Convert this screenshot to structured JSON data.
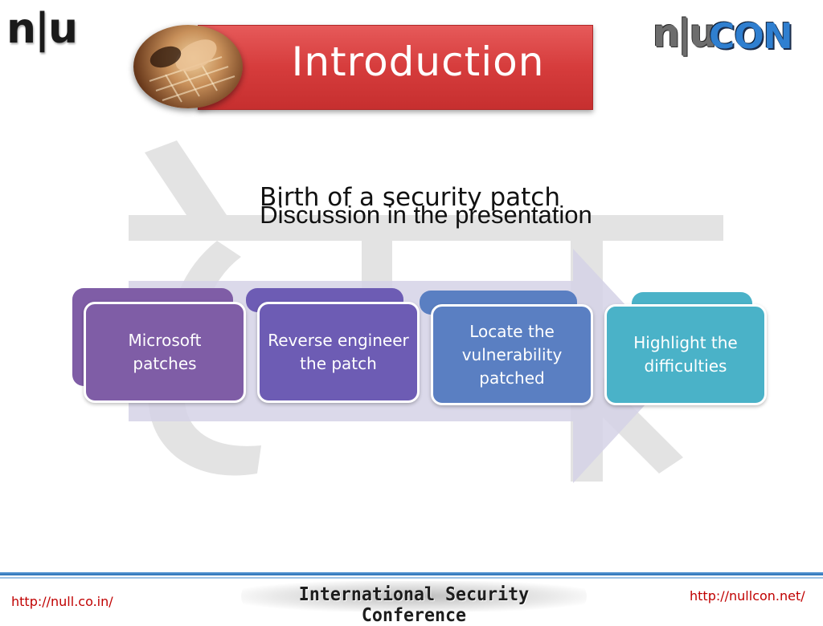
{
  "header": {
    "logo_left": "n|u",
    "logo_right_nu": "n|u",
    "logo_right_con": "CON",
    "title": "Introduction"
  },
  "main": {
    "heading_1": "Birth of a security patch",
    "heading_2": "Discussion in the presentation",
    "steps": [
      {
        "label": "Microsoft patches",
        "color": "#7f5da6"
      },
      {
        "label": "Reverse engineer the patch",
        "color": "#6d5cb4"
      },
      {
        "label": "Locate the vulnerability patched",
        "color": "#5a7fc2"
      },
      {
        "label": "Highlight the difficulties",
        "color": "#4ab2c8"
      }
    ]
  },
  "footer": {
    "left_link": "http://null.co.in/",
    "center_text": "International Security Conference",
    "right_link": "http://nullcon.net/"
  },
  "colors": {
    "banner": "#d63c3c",
    "link": "#c00000",
    "footer_line": "#2a6fb4"
  }
}
